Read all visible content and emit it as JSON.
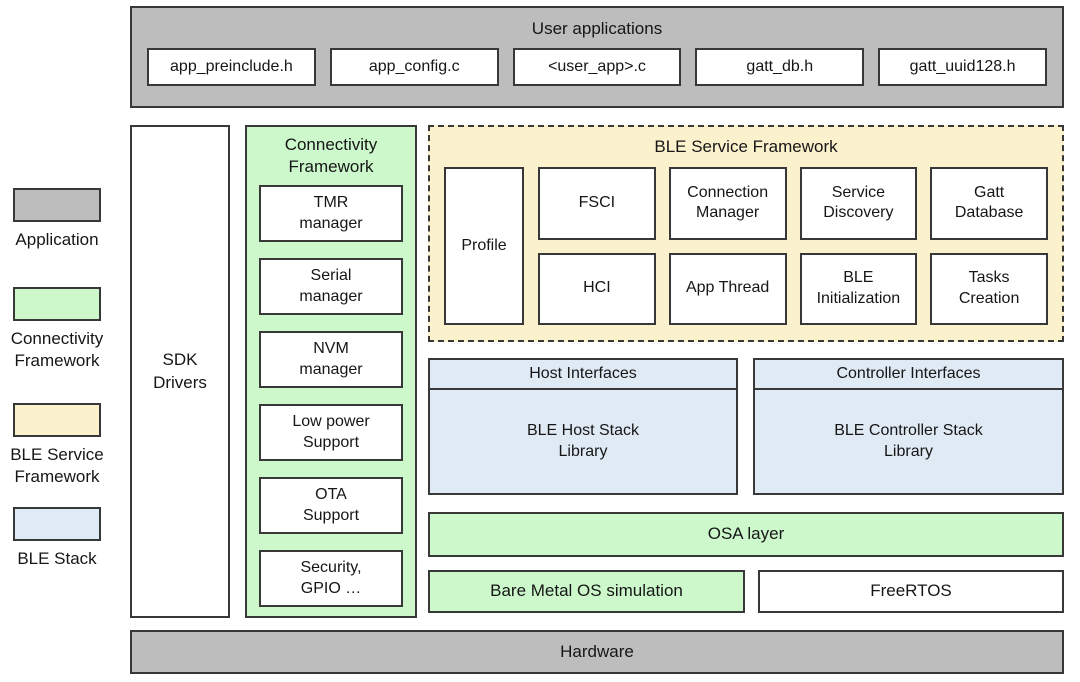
{
  "colors": {
    "application_gray": "#bdbdbd",
    "connectivity_green": "#ccf8cc",
    "ble_service_cream": "#fcf1cd",
    "ble_stack_blue": "#dfeaf5",
    "border_dark": "#383838",
    "box_white": "#ffffff"
  },
  "user_applications": {
    "title": "User applications",
    "files": [
      "app_preinclude.h",
      "app_config.c",
      "<user_app>.c",
      "gatt_db.h",
      "gatt_uuid128.h"
    ]
  },
  "legend": {
    "items": [
      {
        "label": "Application",
        "color": "#bdbdbd"
      },
      {
        "label": "Connectivity\nFramework",
        "color": "#ccf8cc"
      },
      {
        "label": "BLE Service\nFramework",
        "color": "#fcf1cd"
      },
      {
        "label": "BLE Stack",
        "color": "#dfeaf5"
      }
    ]
  },
  "sdk_drivers": {
    "label": "SDK\nDrivers"
  },
  "connectivity_framework": {
    "title": "Connectivity\nFramework",
    "modules": [
      "TMR\nmanager",
      "Serial\nmanager",
      "NVM\nmanager",
      "Low power\nSupport",
      "OTA\nSupport",
      "Security,\nGPIO …"
    ]
  },
  "ble_service_framework": {
    "title": "BLE Service Framework",
    "profile": "Profile",
    "row1": [
      "FSCI",
      "Connection\nManager",
      "Service\nDiscovery",
      "Gatt\nDatabase"
    ],
    "row2": [
      "HCI",
      "App Thread",
      "BLE\nInitialization",
      "Tasks\nCreation"
    ]
  },
  "ble_stack": {
    "host": {
      "header": "Host Interfaces",
      "library": "BLE Host Stack\nLibrary"
    },
    "controller": {
      "header": "Controller Interfaces",
      "library": "BLE Controller Stack\nLibrary"
    }
  },
  "os": {
    "osa": "OSA layer",
    "bare_metal": "Bare Metal OS simulation",
    "freertos": "FreeRTOS"
  },
  "hardware": {
    "label": "Hardware"
  }
}
